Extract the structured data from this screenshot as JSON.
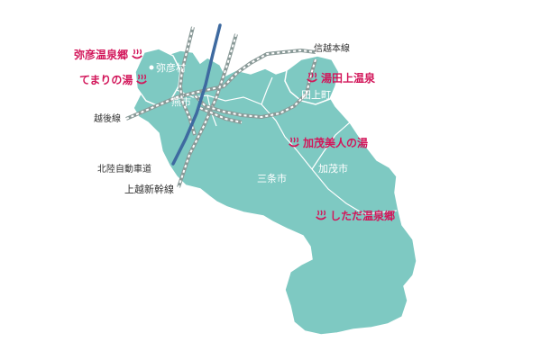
{
  "colors": {
    "land": "#7ec9c2",
    "land_stroke": "#ffffff",
    "rail": "#8a9a98",
    "rail_tie": "#ffffff",
    "highway": "#3e6aa0",
    "onsen": "#d2165a"
  },
  "cities": {
    "yahiko_village": "弥彦村",
    "tsubame": "燕市",
    "sanjo": "三条市",
    "kamo": "加茂市",
    "tagami": "田上町"
  },
  "lines": {
    "shinetsu": "信越本線",
    "echigo": "越後線",
    "hokuriku_expressway": "北陸自動車道",
    "joetsu_shinkansen": "上越新幹線"
  },
  "onsen": {
    "yahiko": "弥彦温泉郷",
    "temari": "てまりの湯",
    "yudagami": "湯田上温泉",
    "kamo_bijin": "加茂美人の湯",
    "shitada": "しただ温泉郷"
  },
  "icons": {
    "onsen": "hot-spring-icon"
  }
}
